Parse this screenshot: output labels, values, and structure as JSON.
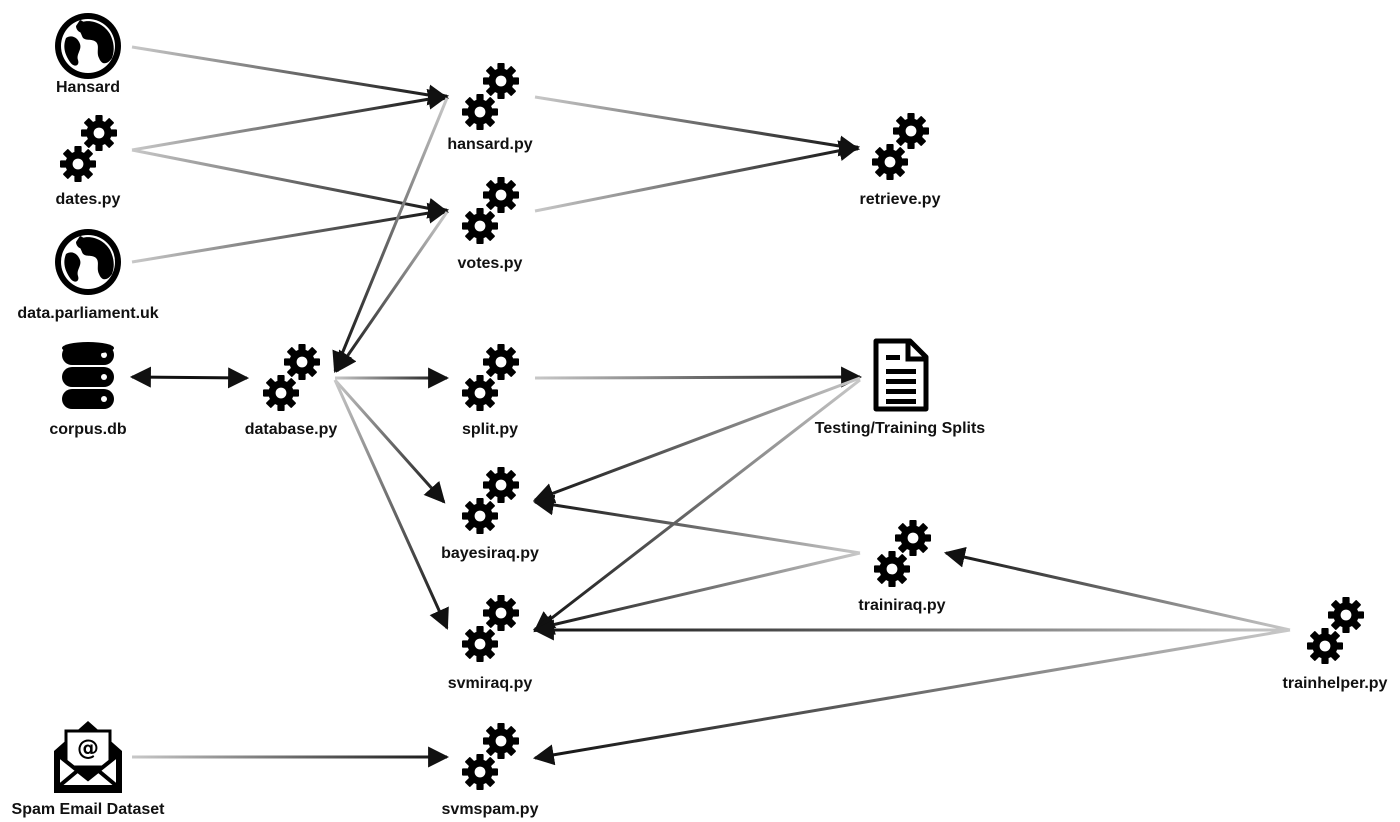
{
  "diagram": {
    "nodes": [
      {
        "id": "hansard_src",
        "label": "Hansard",
        "icon": "globe-icon"
      },
      {
        "id": "dates",
        "label": "dates.py",
        "icon": "gears-icon"
      },
      {
        "id": "parliament",
        "label": "data.parliament.uk",
        "icon": "globe-icon"
      },
      {
        "id": "corpus",
        "label": "corpus.db",
        "icon": "database-icon"
      },
      {
        "id": "database",
        "label": "database.py",
        "icon": "gears-icon"
      },
      {
        "id": "hansard_py",
        "label": "hansard.py",
        "icon": "gears-icon"
      },
      {
        "id": "votes",
        "label": "votes.py",
        "icon": "gears-icon"
      },
      {
        "id": "split",
        "label": "split.py",
        "icon": "gears-icon"
      },
      {
        "id": "bayes",
        "label": "bayesiraq.py",
        "icon": "gears-icon"
      },
      {
        "id": "svmiraq",
        "label": "svmiraq.py",
        "icon": "gears-icon"
      },
      {
        "id": "svmspam",
        "label": "svmspam.py",
        "icon": "gears-icon"
      },
      {
        "id": "retrieve",
        "label": "retrieve.py",
        "icon": "gears-icon"
      },
      {
        "id": "splits",
        "label": "Testing/Training Splits",
        "icon": "document-icon"
      },
      {
        "id": "trainiraq",
        "label": "trainiraq.py",
        "icon": "gears-icon"
      },
      {
        "id": "trainhelper",
        "label": "trainhelper.py",
        "icon": "gears-icon"
      },
      {
        "id": "spam",
        "label": "Spam Email Dataset",
        "icon": "email-icon"
      }
    ],
    "edges": [
      {
        "from": "hansard_src",
        "to": "hansard_py"
      },
      {
        "from": "dates",
        "to": "hansard_py"
      },
      {
        "from": "dates",
        "to": "votes"
      },
      {
        "from": "parliament",
        "to": "votes"
      },
      {
        "from": "hansard_py",
        "to": "retrieve"
      },
      {
        "from": "votes",
        "to": "retrieve"
      },
      {
        "from": "hansard_py",
        "to": "database"
      },
      {
        "from": "votes",
        "to": "database"
      },
      {
        "from": "corpus",
        "to": "database",
        "bidirectional": true
      },
      {
        "from": "database",
        "to": "split"
      },
      {
        "from": "database",
        "to": "bayes"
      },
      {
        "from": "database",
        "to": "svmiraq"
      },
      {
        "from": "split",
        "to": "splits"
      },
      {
        "from": "splits",
        "to": "bayes"
      },
      {
        "from": "splits",
        "to": "svmiraq"
      },
      {
        "from": "trainiraq",
        "to": "bayes"
      },
      {
        "from": "trainiraq",
        "to": "svmiraq"
      },
      {
        "from": "trainhelper",
        "to": "trainiraq"
      },
      {
        "from": "trainhelper",
        "to": "svmiraq"
      },
      {
        "from": "trainhelper",
        "to": "svmspam"
      },
      {
        "from": "spam",
        "to": "svmspam"
      }
    ]
  },
  "colors": {
    "edge_start": "#c8c8c8",
    "edge_end": "#111111",
    "icon": "#000000"
  }
}
